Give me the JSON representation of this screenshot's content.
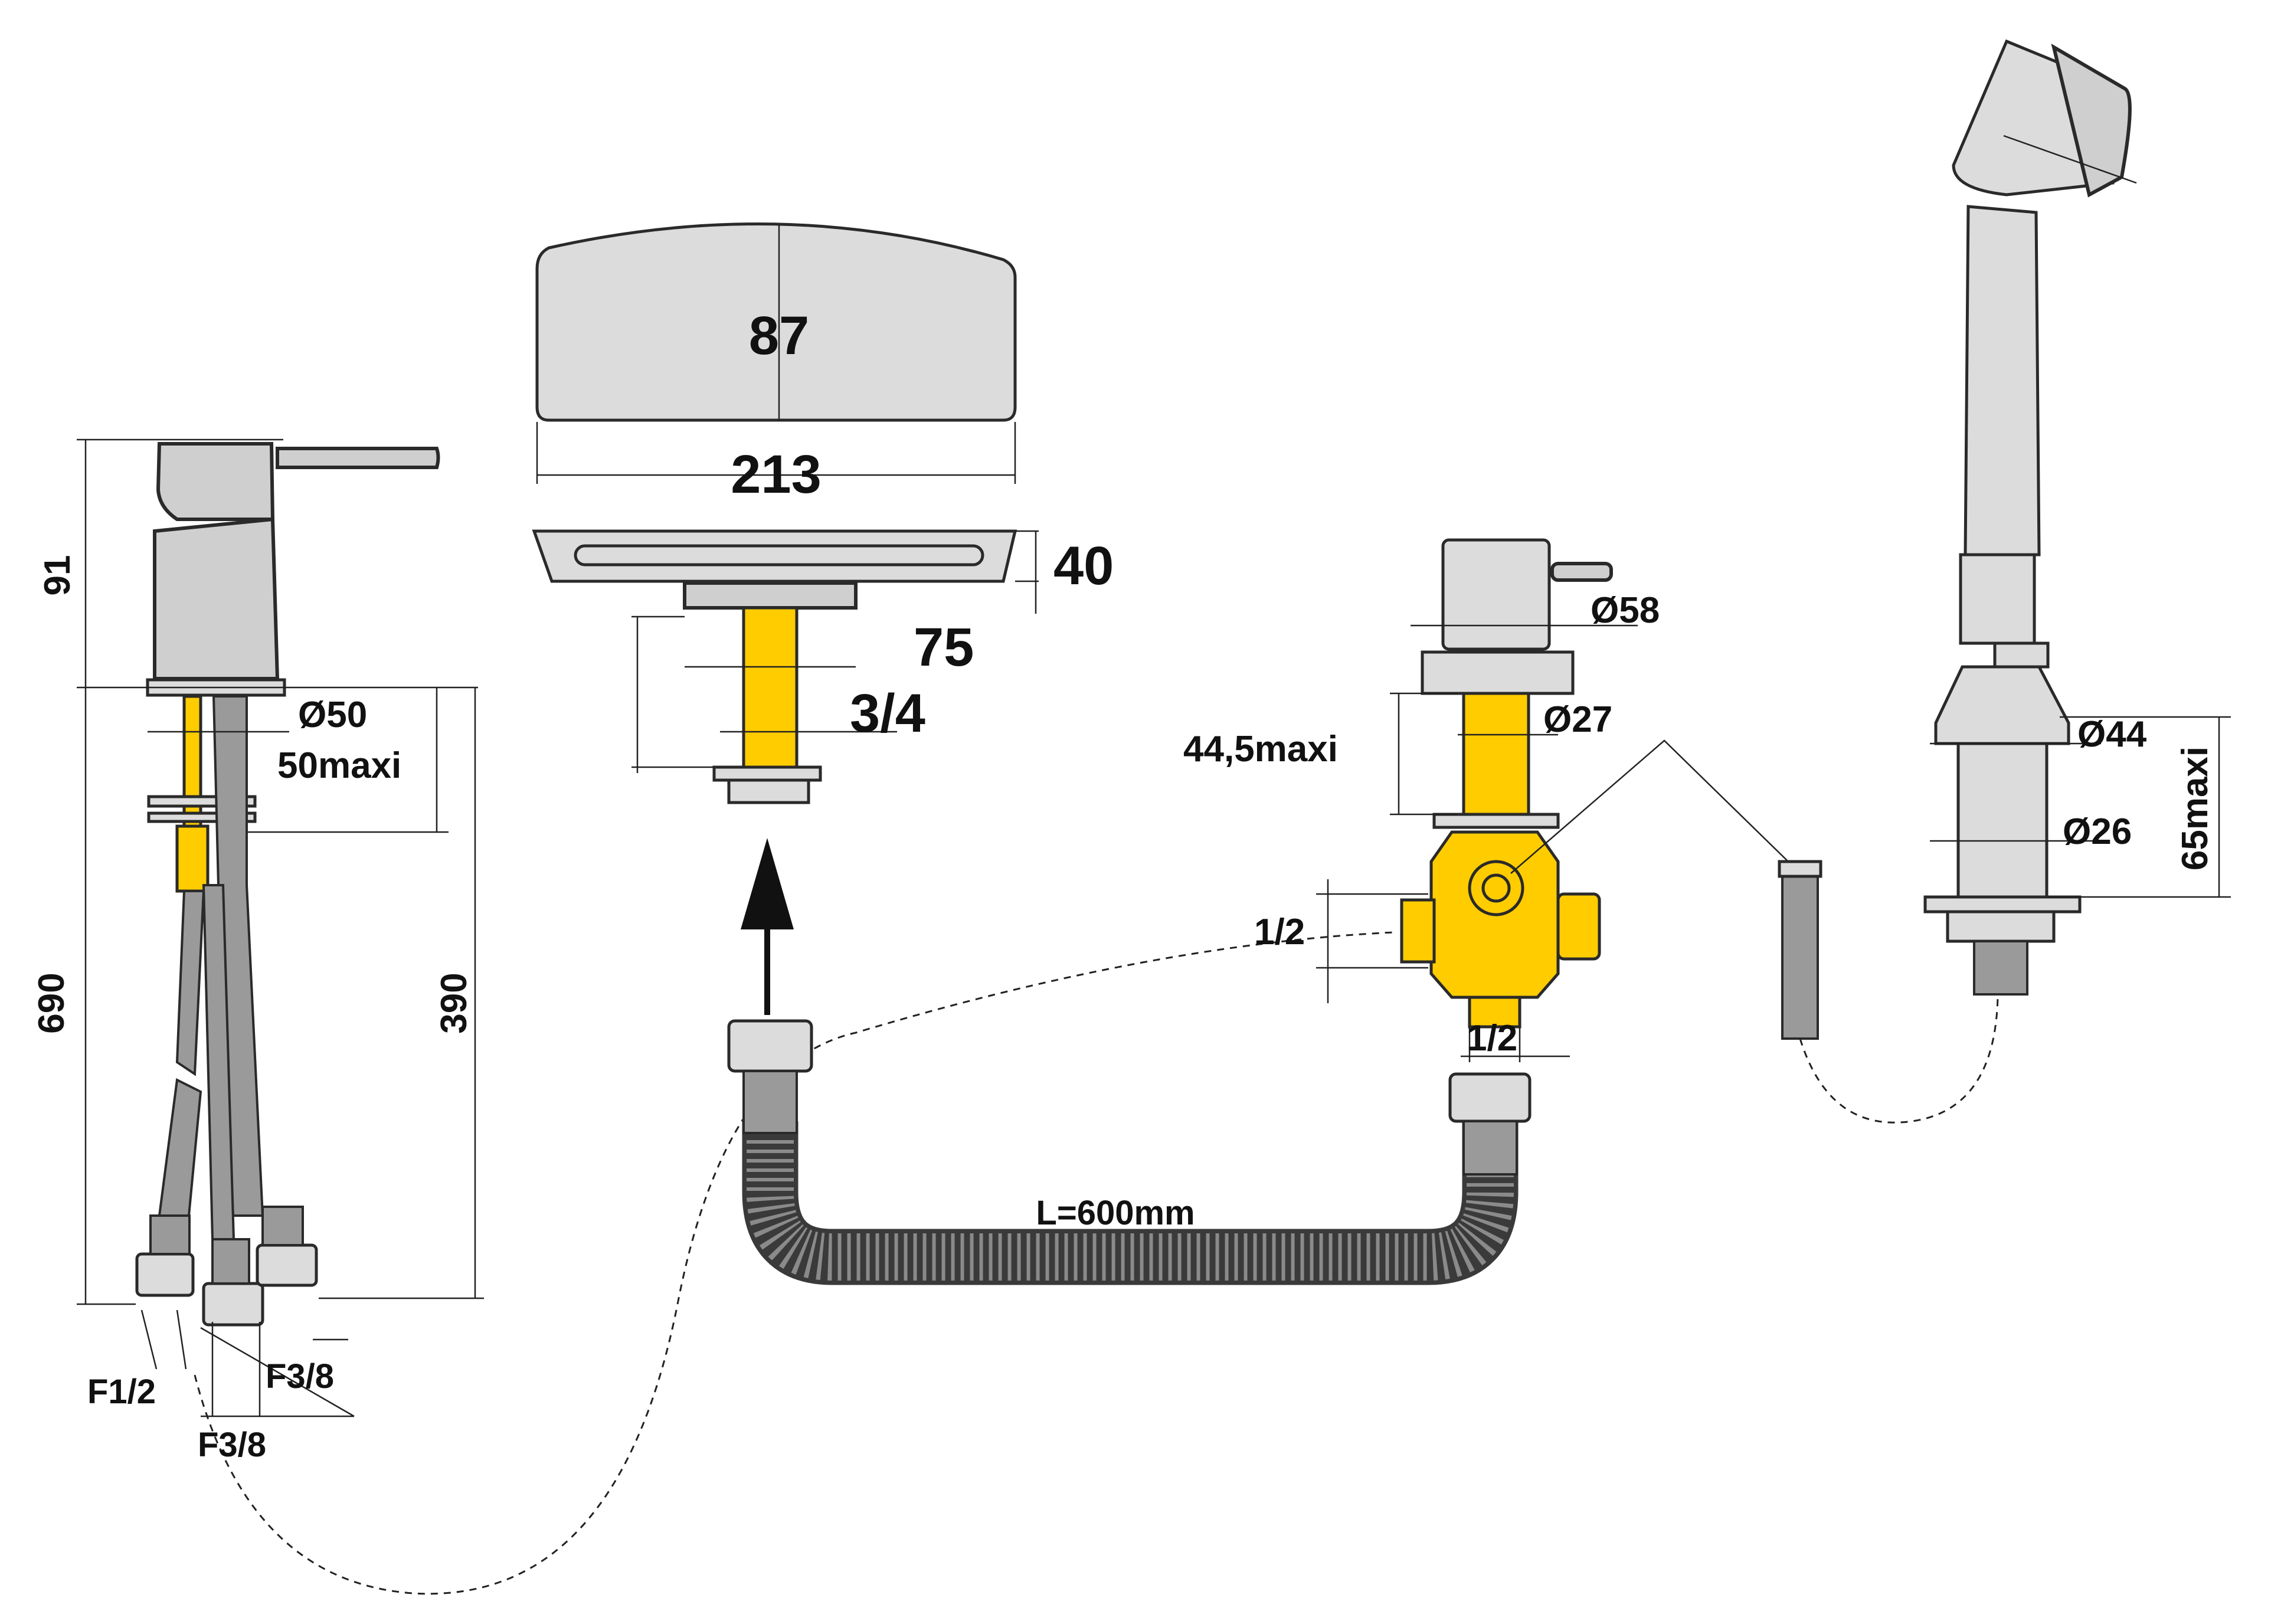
{
  "labels": {
    "d91": "91",
    "d690": "690",
    "d390": "390",
    "d50dia": "Ø50",
    "d50maxi": "50maxi",
    "f12": "F1/2",
    "f38a": "F3/8",
    "f38b": "F3/8",
    "d87": "87",
    "d213": "213",
    "d40": "40",
    "d75": "75",
    "d34": "3/4",
    "d58": "Ø58",
    "d27": "Ø27",
    "d445": "44,5maxi",
    "d12a": "1/2",
    "d12b": "1/2",
    "d44": "Ø44",
    "d26": "Ø26",
    "d65": "65maxi",
    "hose": "L=600mm"
  },
  "colors": {
    "brass": "#ffcc00",
    "chrome": "#cfcfcf",
    "hose": "#3a3a3a"
  }
}
